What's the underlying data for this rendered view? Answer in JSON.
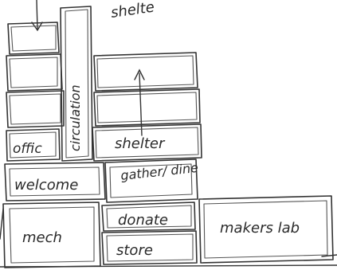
{
  "labels": {
    "shelter_top": "shelte",
    "circulation": "circulation",
    "office": "offic",
    "shelter": "shelter",
    "welcome": "welcome",
    "gather_dine": "gather/ dine",
    "donate": "donate",
    "mech": "mech",
    "store": "store",
    "makers_lab": "makers lab"
  },
  "colors": {
    "paper": "#ffffff",
    "pencil": "#333333"
  }
}
